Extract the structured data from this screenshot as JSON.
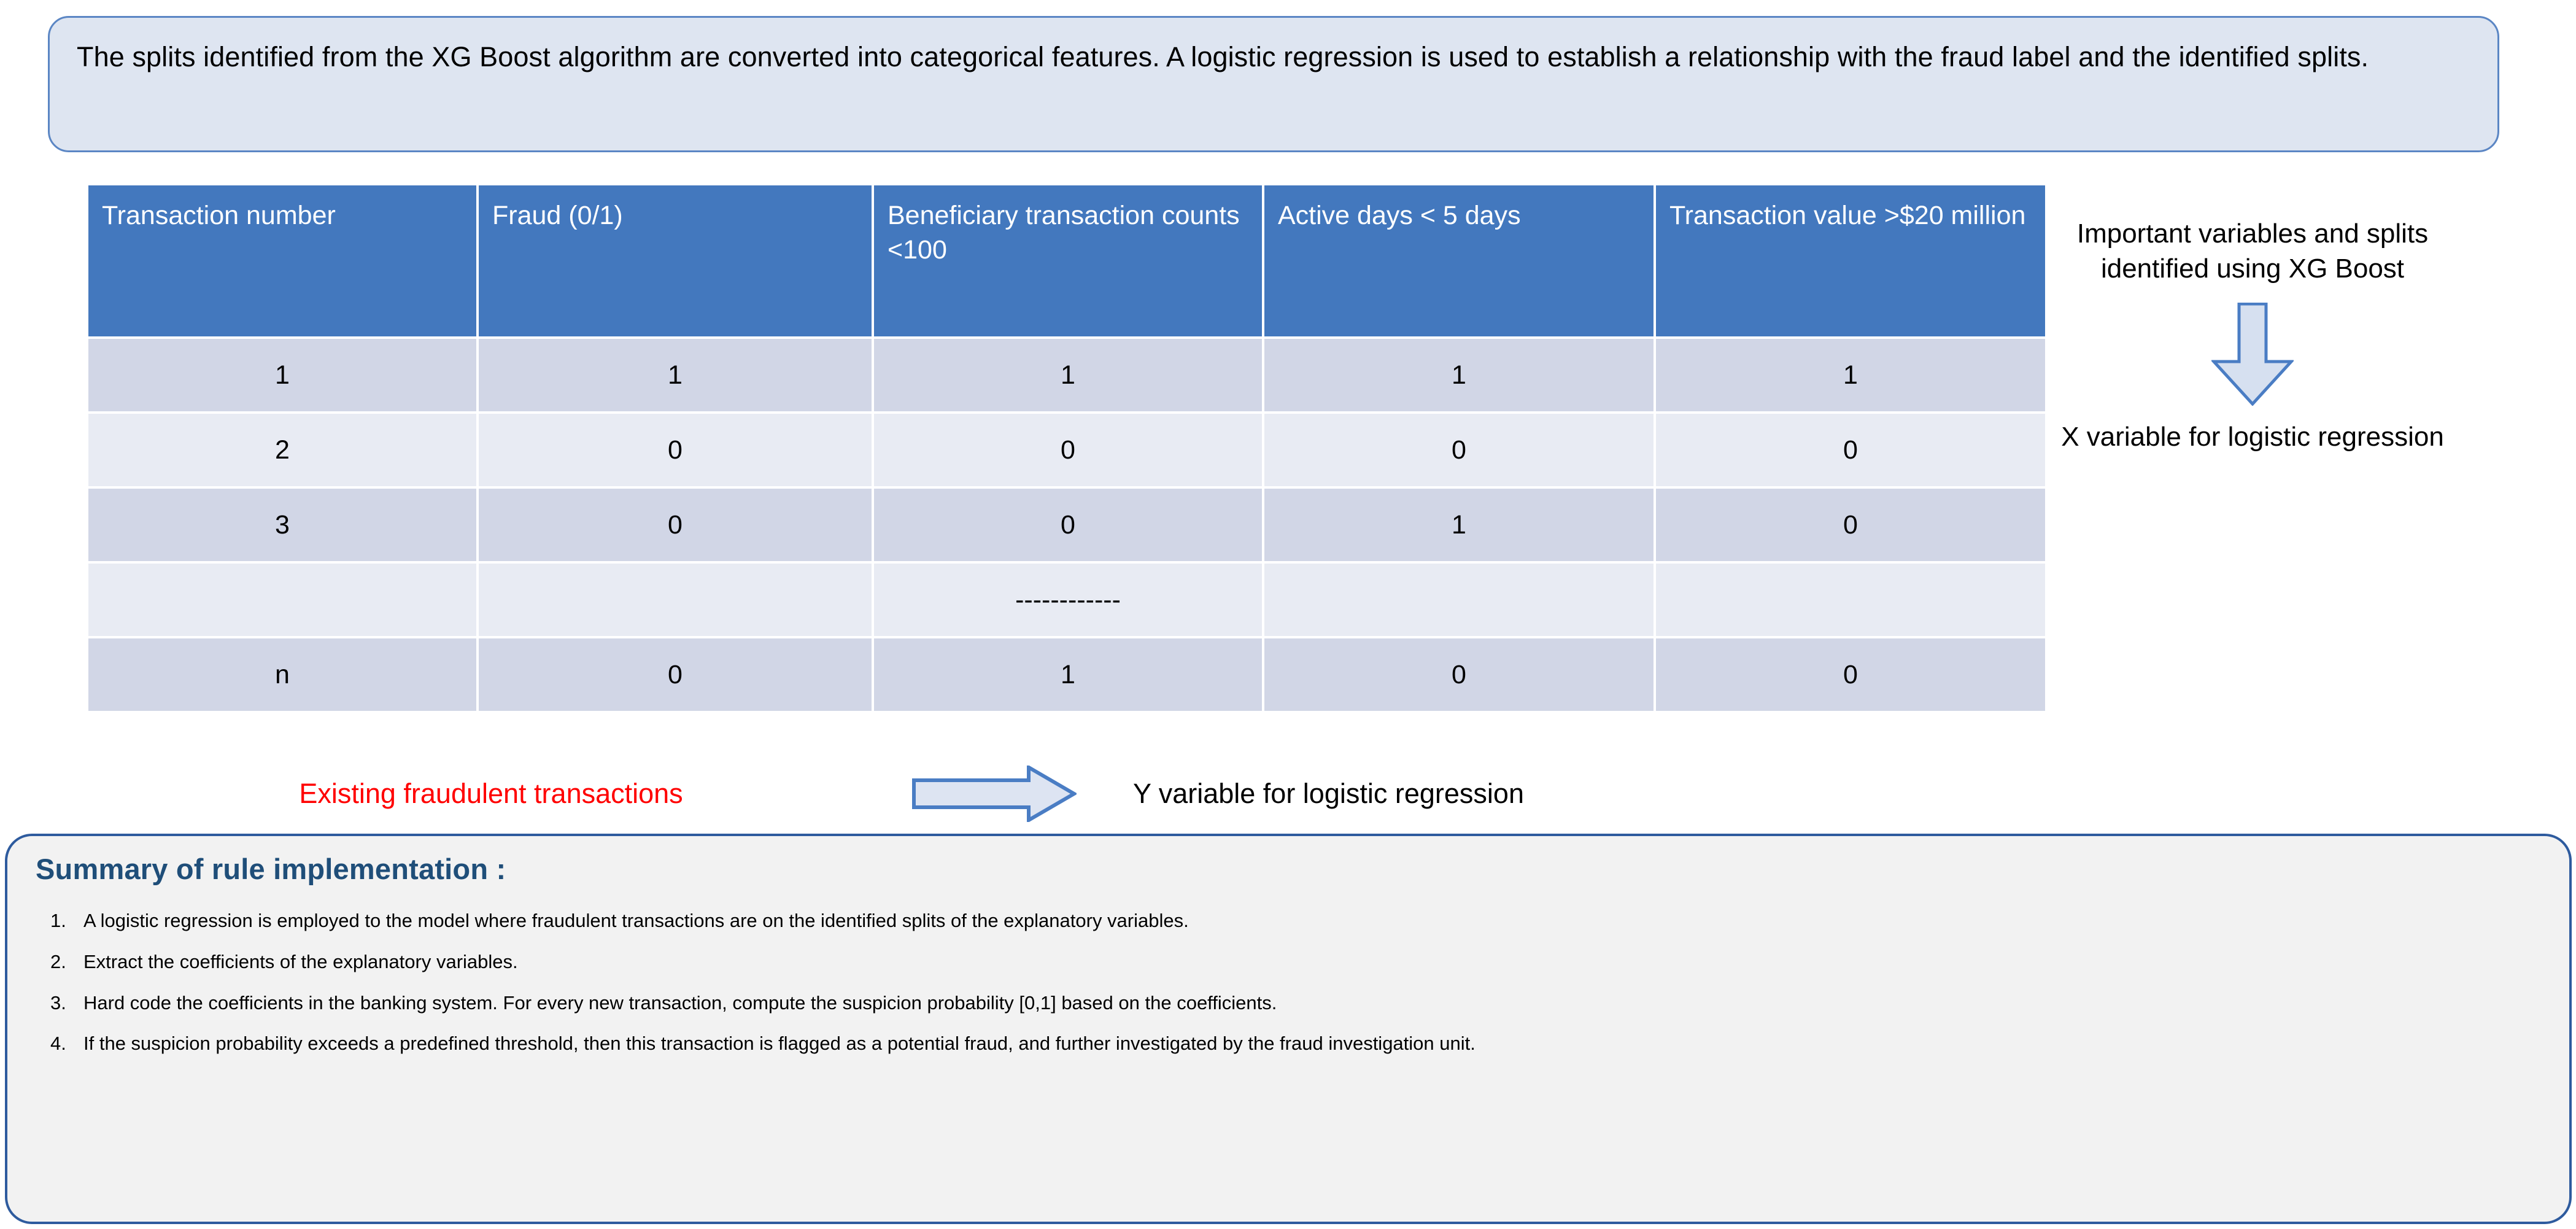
{
  "banner": {
    "text": "The splits identified from the XG Boost algorithm are converted into categorical features. A logistic regression is used to establish a relationship with the fraud label and the identified splits."
  },
  "table": {
    "headers": [
      "Transaction number",
      "Fraud (0/1)",
      "Beneficiary transaction counts <100",
      "Active days < 5 days",
      "Transaction value >$20 million"
    ],
    "rows": [
      [
        "1",
        "1",
        "1",
        "1",
        "1"
      ],
      [
        "2",
        "0",
        "0",
        "0",
        "0"
      ],
      [
        "3",
        "0",
        "0",
        "1",
        "0"
      ],
      [
        "",
        "",
        "------------",
        "",
        ""
      ],
      [
        "n",
        "0",
        "1",
        "0",
        "0"
      ]
    ]
  },
  "right_panel": {
    "top_text": "Important variables and splits identified using XG Boost",
    "arrow_icon": "arrow-down-icon",
    "bottom_text": "X variable for logistic regression"
  },
  "caption": {
    "left_text": "Existing fraudulent transactions",
    "arrow_icon": "arrow-right-icon",
    "right_text": "Y variable for logistic regression"
  },
  "summary": {
    "title": "Summary of rule implementation :",
    "items": [
      {
        "number": "1.",
        "text": "A logistic regression is employed to the model where fraudulent transactions are on the identified splits of the explanatory variables."
      },
      {
        "number": "2.",
        "text": "Extract the coefficients of the explanatory variables."
      },
      {
        "number": "3.",
        "text": "Hard code the coefficients in the banking system. For every new transaction, compute the suspicion probability [0,1] based on the coefficients."
      },
      {
        "number": "4.",
        "text": "If the suspicion probability exceeds a predefined threshold, then this transaction is flagged as a potential fraud, and further investigated by the fraud investigation unit."
      }
    ]
  },
  "colors": {
    "banner_bg": "#DEE5F1",
    "banner_border": "#5B86C4",
    "header_blue": "#4378BE",
    "row_dark": "#D1D6E6",
    "row_light": "#E8EBF3",
    "arrow_fill": "#D6E0F0",
    "arrow_stroke": "#4A7DC4",
    "summary_bg": "#F2F2F2",
    "summary_border": "#2E5B9E",
    "summary_title": "#1F4E79",
    "red_text": "#FF0000"
  }
}
